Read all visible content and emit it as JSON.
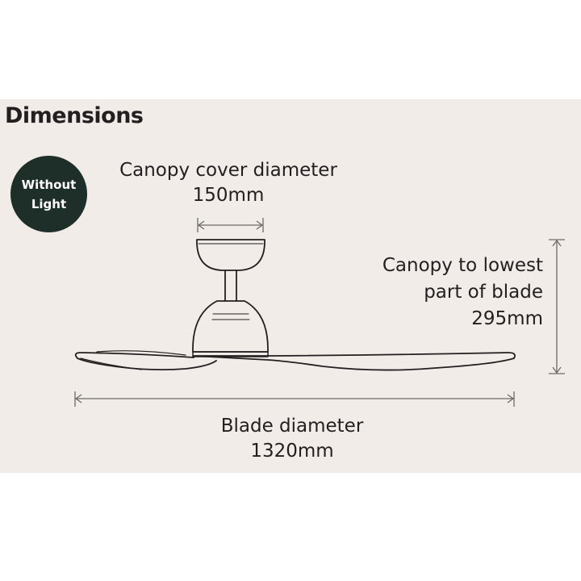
{
  "title": "Dimensions",
  "badge": {
    "line1": "Without",
    "line2": "Light",
    "color": "#1e2e28"
  },
  "canopy_cover": {
    "label": "Canopy cover diameter",
    "value": "150mm"
  },
  "canopy_to_blade": {
    "line1": "Canopy to lowest",
    "line2": "part of blade",
    "value": "295mm"
  },
  "blade": {
    "label": "Blade diameter",
    "value": "1320mm"
  },
  "colors": {
    "panel_background": "#f1ece7",
    "page_background": "#ffffff",
    "line": "#231f20",
    "dimension_line": "#6d6a68"
  }
}
